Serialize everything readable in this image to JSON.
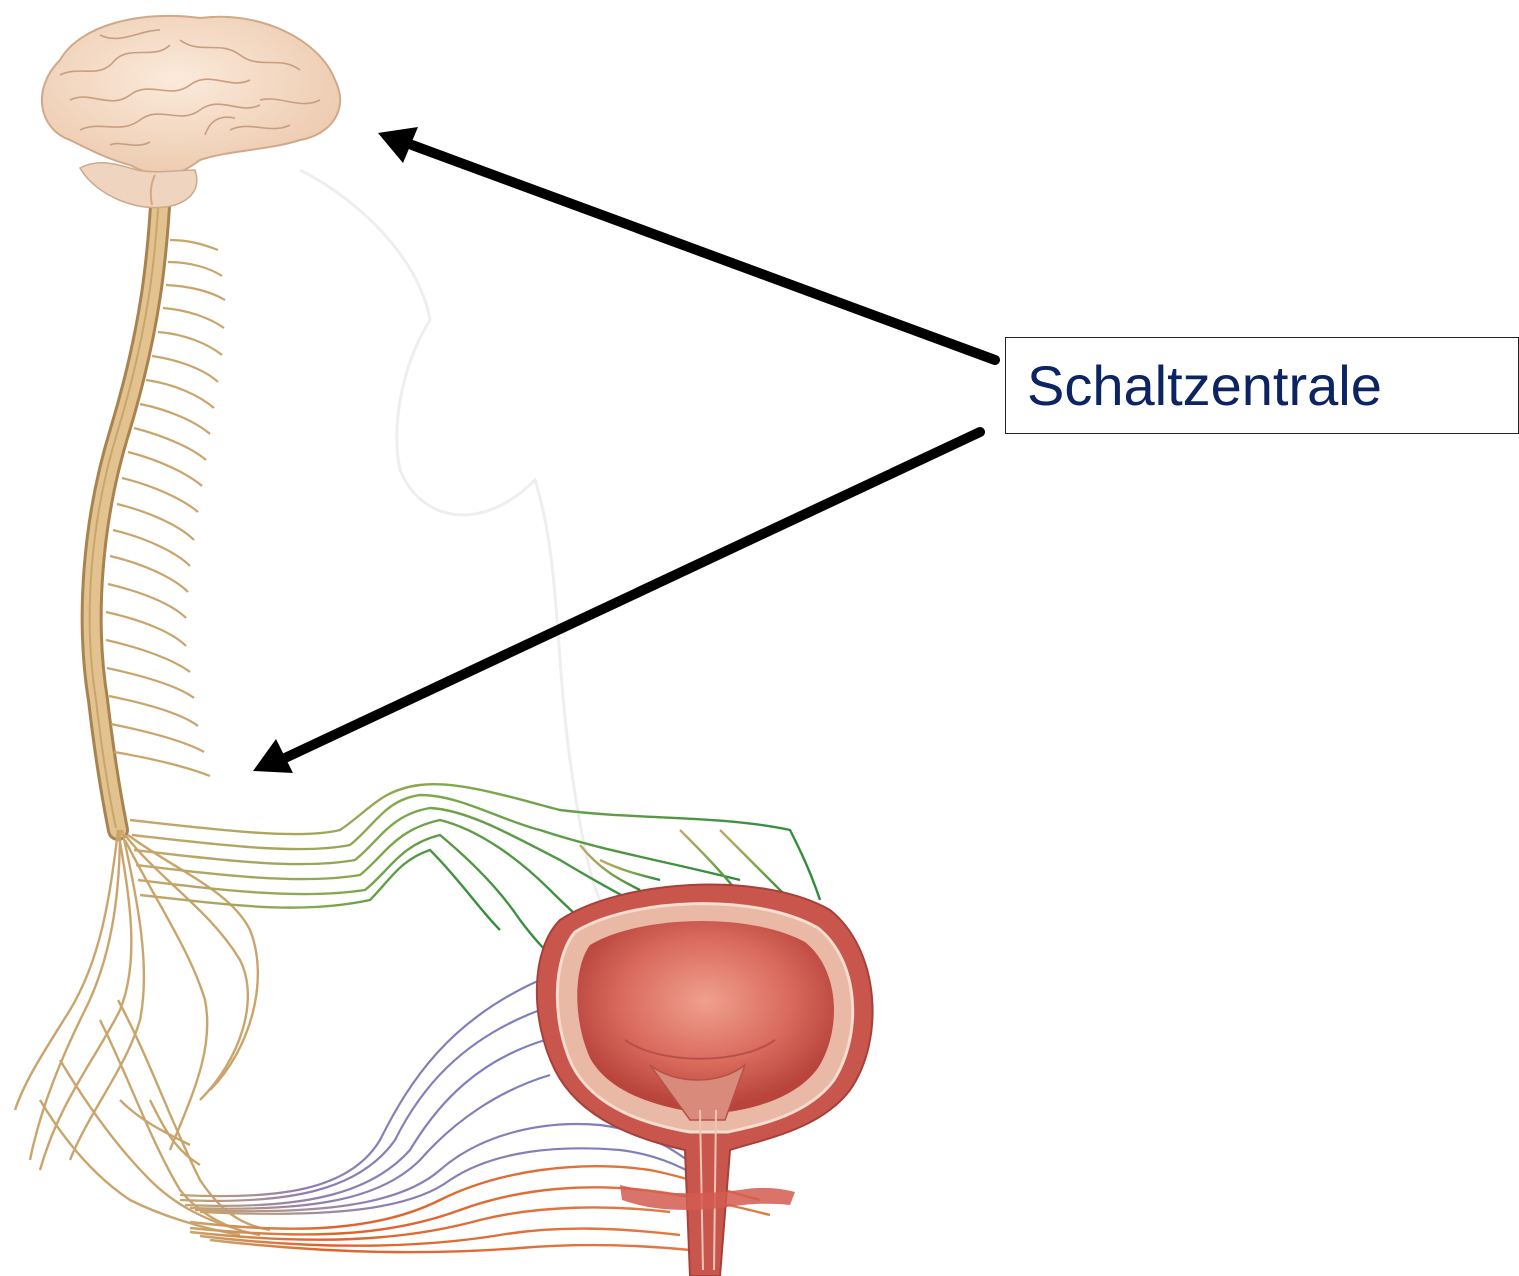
{
  "label": {
    "text": "Schaltzentrale"
  },
  "colors": {
    "label_text": "#0c2461",
    "arrow": "#000000",
    "brain": "#f3d9c2",
    "spinal_cord": "#d2b07a",
    "nerve_tan": "#c9a56c",
    "nerve_green": "#2e8b3e",
    "nerve_blue": "#7b7fbf",
    "nerve_orange": "#e0622a",
    "bladder": "#d9685d"
  },
  "icons": {
    "brain": "brain-illustration",
    "spinal_cord": "spinal-cord-illustration",
    "bladder": "bladder-illustration"
  }
}
